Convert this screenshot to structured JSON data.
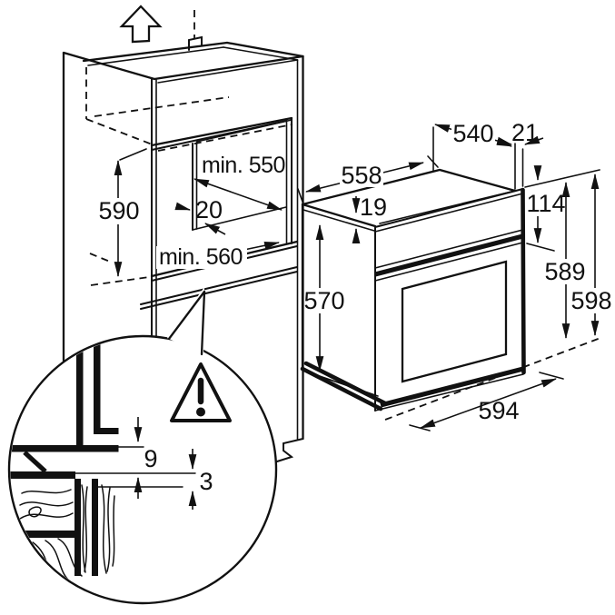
{
  "diagram": {
    "niche": {
      "height": "590",
      "depth_min": "min. 550",
      "rear_gap": "20",
      "width_min": "min. 560"
    },
    "oven": {
      "top_depth": "558",
      "front_lip": "19",
      "carcass_height": "570",
      "top_width": "540",
      "front_overhang": "21",
      "panel_height": "114",
      "height_rear": "589",
      "height_front": "598",
      "front_width": "594"
    },
    "clearance": {
      "upper_gap": "9",
      "lower_gap": "3"
    },
    "icons": {
      "airflow": "up-arrow-icon",
      "warning": "warning-triangle-icon"
    },
    "colors": {
      "line": "#111111",
      "background": "#ffffff"
    }
  }
}
